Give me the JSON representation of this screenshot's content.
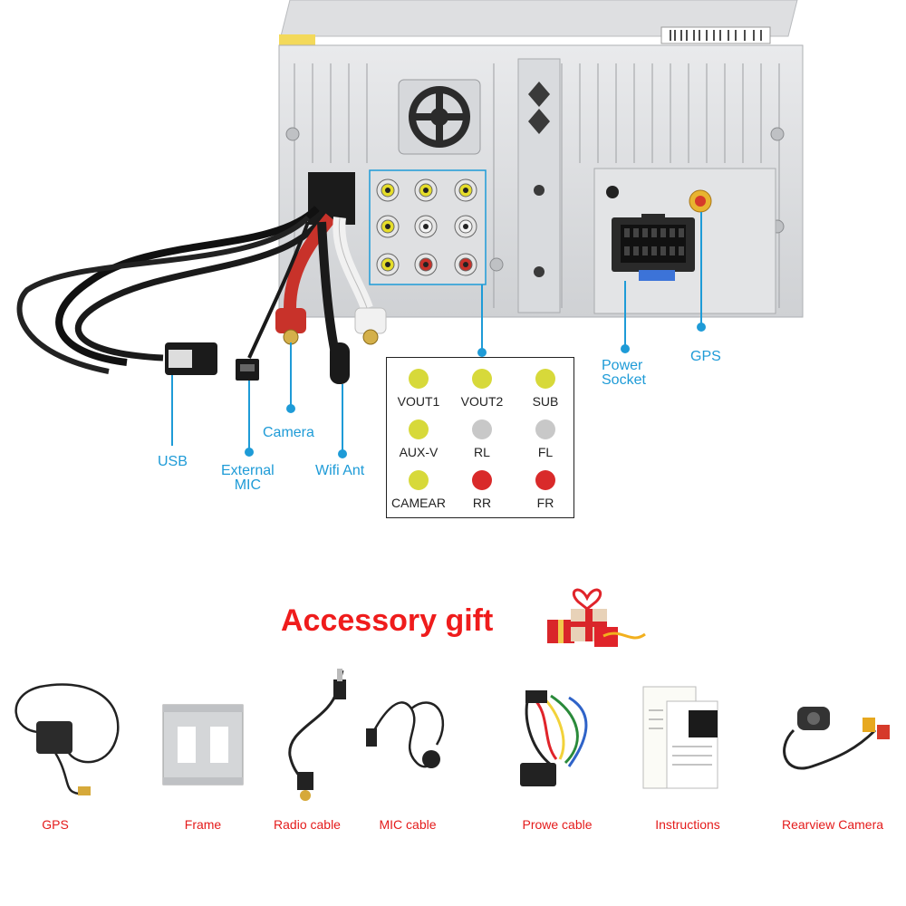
{
  "callouts": {
    "usb": "USB",
    "external_mic_line1": "External",
    "external_mic_line2": "MIC",
    "camera": "Camera",
    "wifi_ant": "Wifi Ant",
    "power_socket_line1": "Power",
    "power_socket_line2": "Socket",
    "gps": "GPS"
  },
  "legend": {
    "items": [
      {
        "label": "VOUT1",
        "color": "#d7d93a"
      },
      {
        "label": "VOUT2",
        "color": "#d7d93a"
      },
      {
        "label": "SUB",
        "color": "#d7d93a"
      },
      {
        "label": "AUX-V",
        "color": "#d7d93a"
      },
      {
        "label": "RL",
        "color": "#c8c8c8"
      },
      {
        "label": "FL",
        "color": "#c8c8c8"
      },
      {
        "label": "CAMEAR",
        "color": "#d7d93a"
      },
      {
        "label": "RR",
        "color": "#d92a2a"
      },
      {
        "label": "FR",
        "color": "#d92a2a"
      }
    ]
  },
  "accessory": {
    "title": "Accessory gift",
    "items": [
      "GPS",
      "Frame",
      "Radio cable",
      "MIC cable",
      "Prowe cable",
      "Instructions",
      "Rearview Camera"
    ]
  },
  "colors": {
    "callout": "#1e9bd7",
    "title_red": "#ef1c1c",
    "yellow": "#d7d93a",
    "white": "#c8c8c8",
    "red": "#d92a2a"
  }
}
